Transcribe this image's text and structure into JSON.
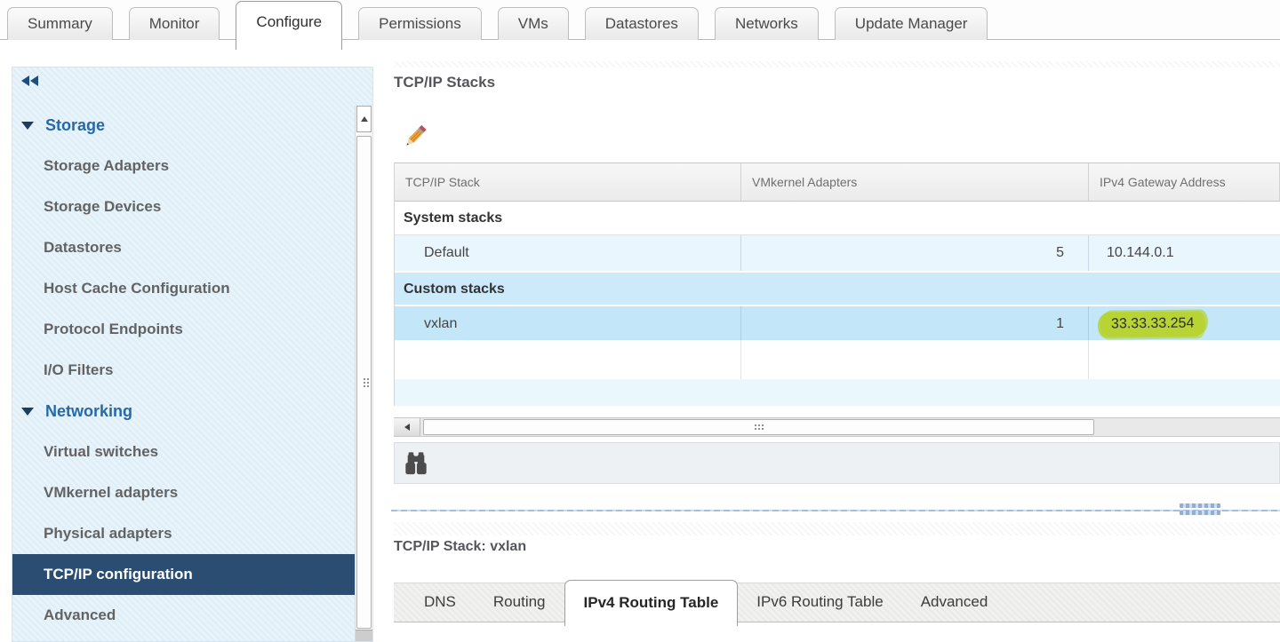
{
  "top_tabs": {
    "items": [
      "Summary",
      "Monitor",
      "Configure",
      "Permissions",
      "VMs",
      "Datastores",
      "Networks",
      "Update Manager"
    ],
    "selected": "Configure"
  },
  "sidebar": {
    "sections": [
      {
        "label": "Storage",
        "items": [
          "Storage Adapters",
          "Storage Devices",
          "Datastores",
          "Host Cache Configuration",
          "Protocol Endpoints",
          "I/O Filters"
        ]
      },
      {
        "label": "Networking",
        "items": [
          "Virtual switches",
          "VMkernel adapters",
          "Physical adapters",
          "TCP/IP configuration",
          "Advanced"
        ]
      }
    ],
    "selected_item": "TCP/IP configuration"
  },
  "main": {
    "title": "TCP/IP Stacks",
    "table": {
      "columns": [
        "TCP/IP Stack",
        "VMkernel Adapters",
        "IPv4 Gateway Address"
      ],
      "groups": [
        {
          "label": "System stacks",
          "rows": [
            {
              "stack": "Default",
              "adapters": "5",
              "gateway": "10.144.0.1",
              "highlight": false,
              "selected": false
            }
          ]
        },
        {
          "label": "Custom stacks",
          "rows": [
            {
              "stack": "vxlan",
              "adapters": "1",
              "gateway": "33.33.33.254",
              "highlight": true,
              "selected": true
            }
          ]
        }
      ]
    },
    "detail": {
      "title": "TCP/IP Stack: vxlan",
      "tabs": [
        "DNS",
        "Routing",
        "IPv4 Routing Table",
        "IPv6 Routing Table",
        "Advanced"
      ],
      "selected_tab": "IPv4 Routing Table"
    }
  },
  "icons": {
    "edit": "pencil-icon",
    "find": "binoculars-icon",
    "collapse": "double-left-arrow-icon",
    "scroll_up": "up-triangle-icon",
    "scroll_left": "left-triangle-icon",
    "grip": "dots-grip-icon"
  },
  "colors": {
    "highlight_marker": "#b7d434",
    "selected_nav_bg": "#2b4d71",
    "selected_row_bg": "#c3e7f9",
    "custom_group_bg": "#cdeafb",
    "system_row_bg": "#eaf6fd",
    "system_group_bg": "#ffffff",
    "sidebar_bg": "#e9f3fa",
    "section_label": "#2569a8",
    "splitter": "#a8c0dc"
  }
}
